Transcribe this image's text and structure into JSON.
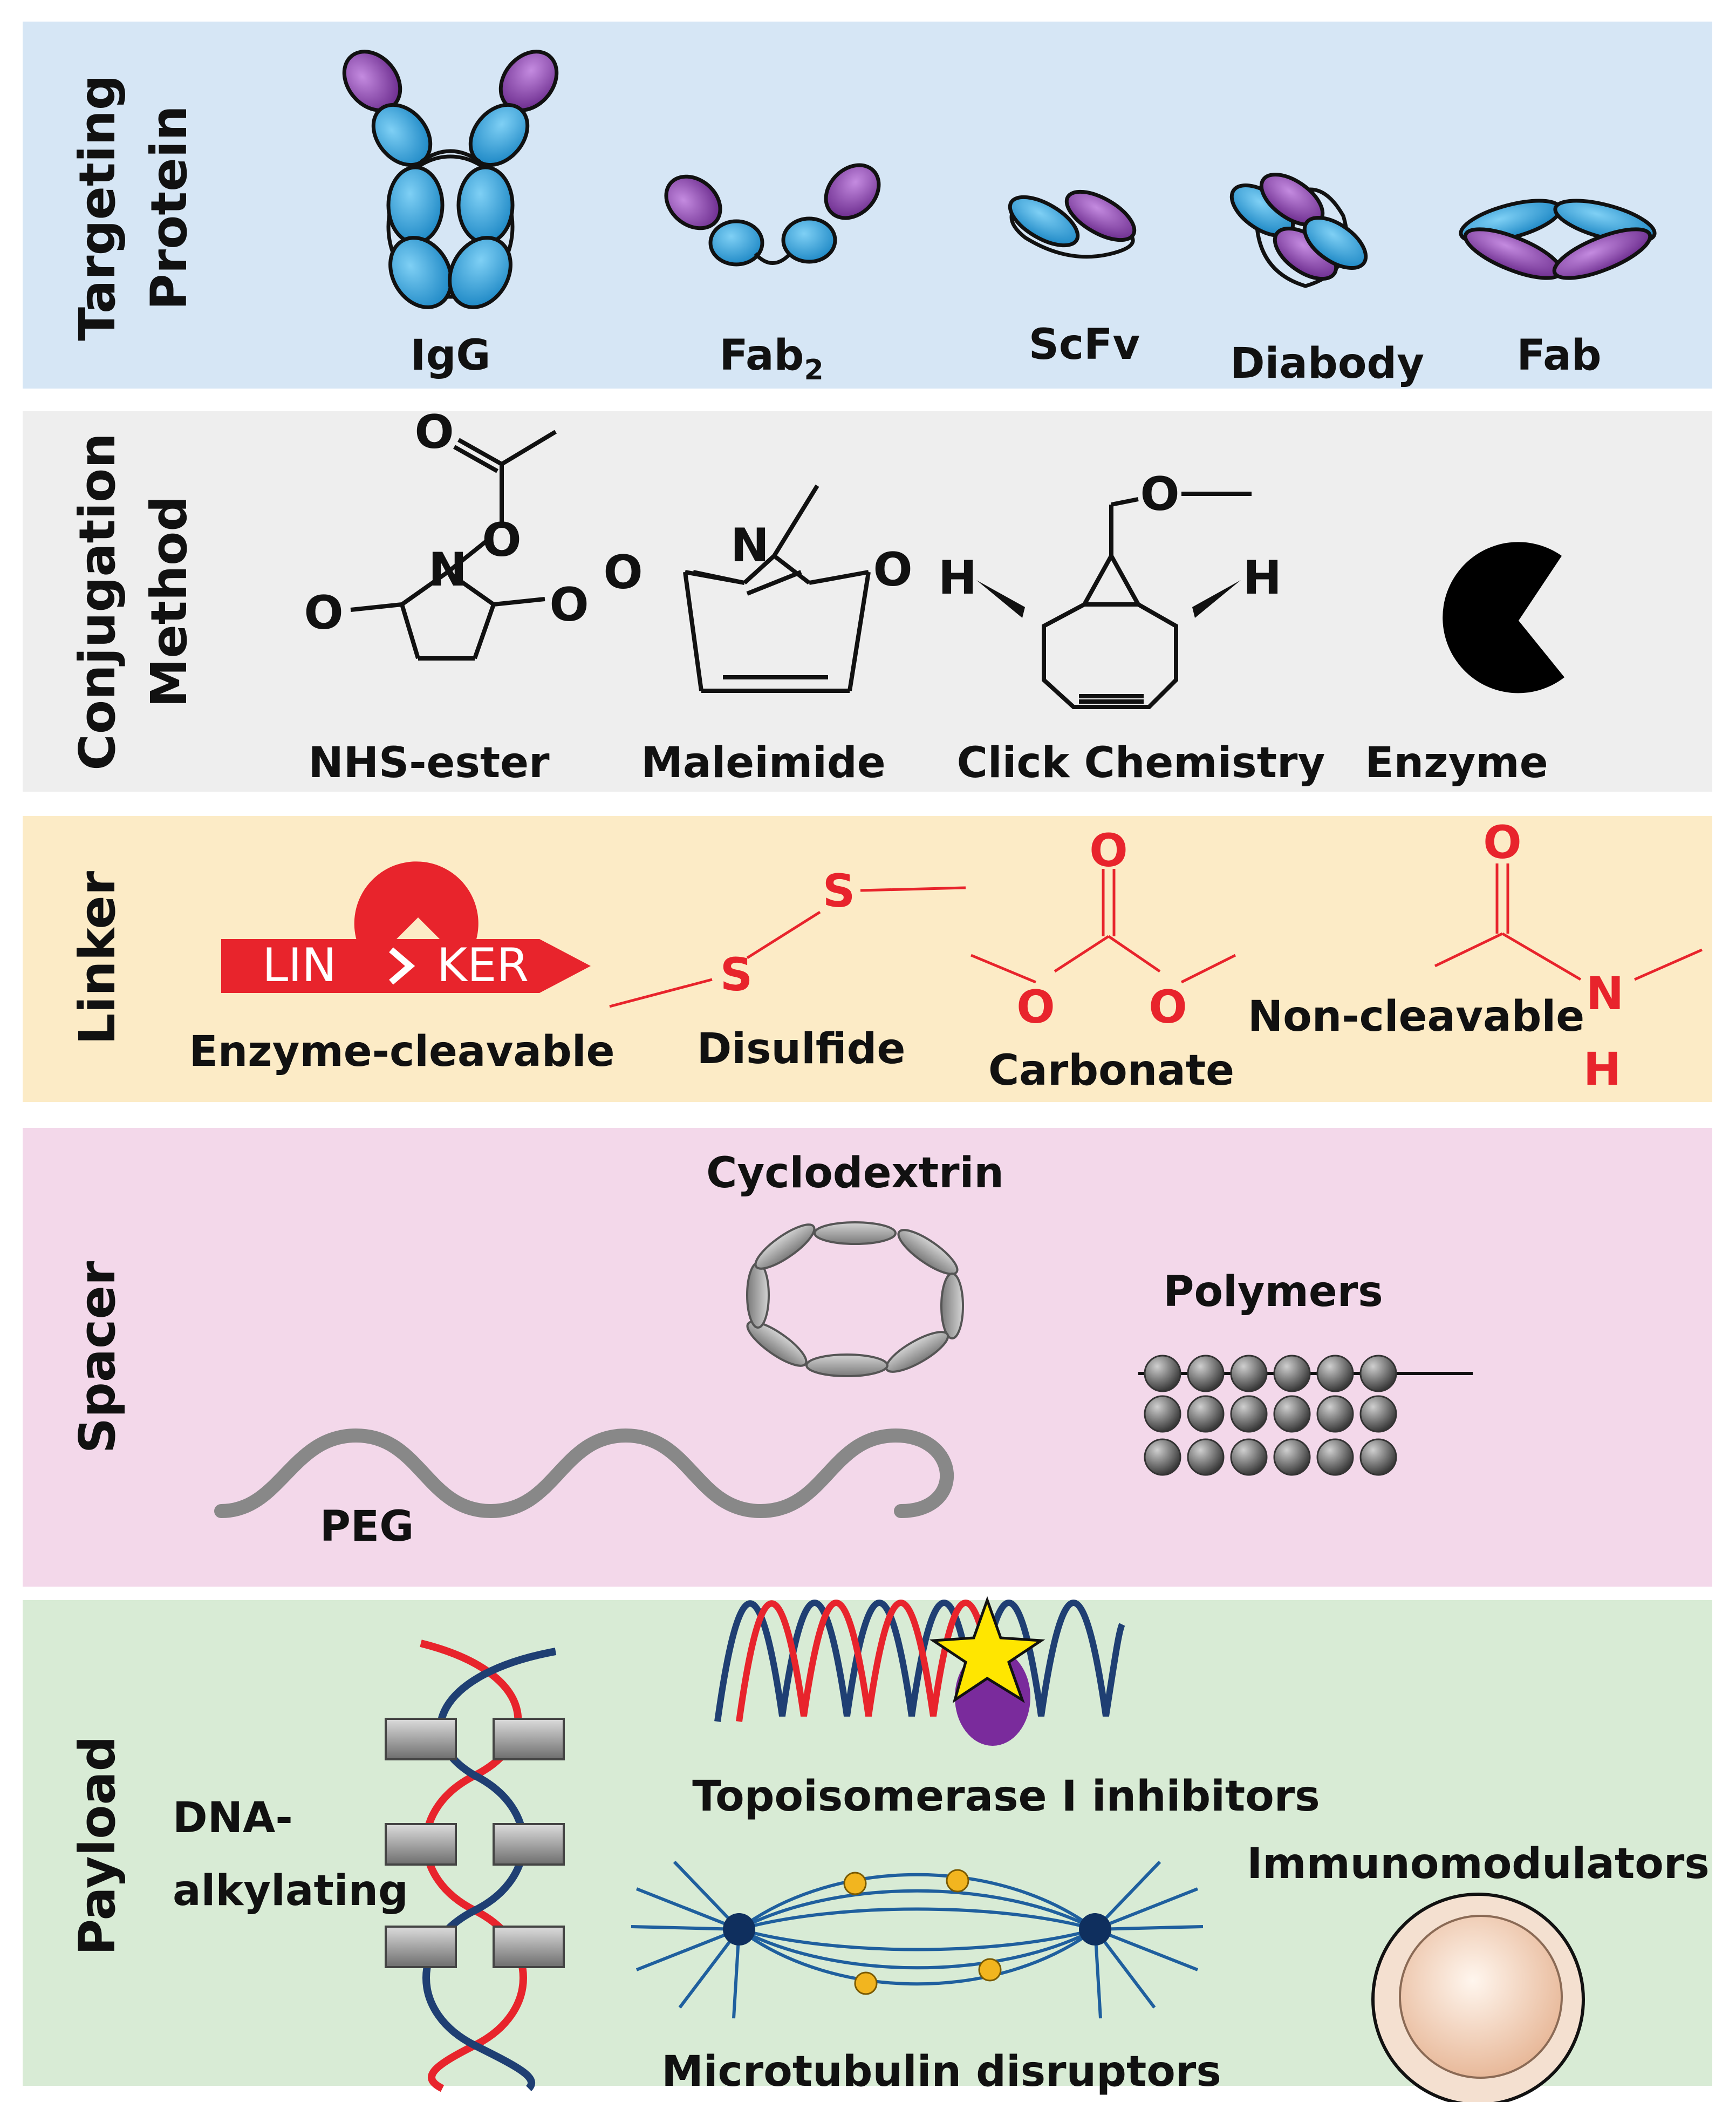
{
  "rows": [
    {
      "title_line1": "Targeting",
      "title_line2": "Protein",
      "items": [
        "IgG",
        "Fab",
        "ScFv",
        "Diabody",
        "Fab"
      ],
      "fab2_subscript": "2"
    },
    {
      "title_line1": "Conjugation",
      "title_line2": "Method",
      "items": [
        "NHS-ester",
        "Maleimide",
        "Click Chemistry",
        "Enzyme"
      ]
    },
    {
      "title_line1": "Linker",
      "items": [
        "Enzyme-cleavable",
        "Disulfide",
        "Carbonate",
        "Non-cleavable"
      ],
      "banner_left": "LIN",
      "banner_right": "KER"
    },
    {
      "title_line1": "Spacer",
      "items": [
        "Cyclodextrin",
        "Polymers",
        "PEG"
      ]
    },
    {
      "title_line1": "Payload",
      "items": [
        "Topoisomerase I inhibitors",
        "DNA-",
        "alkylating",
        "Immunomodulators",
        "Microtubulin disruptors"
      ]
    }
  ],
  "atoms": {
    "O": "O",
    "N": "N",
    "H": "H",
    "S": "S"
  },
  "colors": {
    "heavy_chain": "#2a9fd8",
    "light_chain": "#8b3fa8",
    "linker_red": "#e8242c",
    "targeting_bg": "#d6e6f5",
    "conjugation_bg": "#eeeeee",
    "linker_bg": "#fcebc6",
    "spacer_bg": "#f3d8ea",
    "payload_bg": "#d8ebd5"
  }
}
